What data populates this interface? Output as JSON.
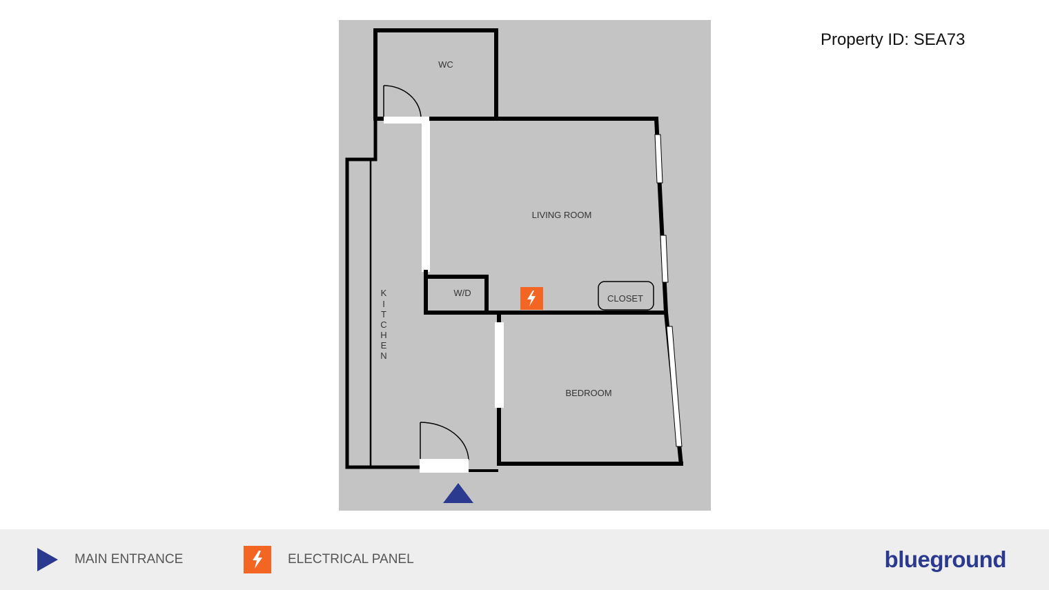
{
  "colors": {
    "plan_background": "#c4c4c4",
    "wall": "#000000",
    "door_window": "#ffffff",
    "electrical_panel": "#f26522",
    "entrance_marker": "#2b3a8f",
    "legend_background": "#eeeeee",
    "brand": "#2b3a8f"
  },
  "header": {
    "property_id": "Property ID: SEA73"
  },
  "floor_plan": {
    "rooms": {
      "wc": "WC",
      "living_room": "LIVING ROOM",
      "washer_dryer": "W/D",
      "closet": "CLOSET",
      "kitchen": [
        "K",
        "I",
        "T",
        "C",
        "H",
        "E",
        "N"
      ],
      "bedroom": "BEDROOM"
    },
    "markers": {
      "entrance_icon": "triangle-up-icon",
      "electrical_panel_icon": "lightning-bolt-icon"
    }
  },
  "legend": {
    "main_entrance": {
      "label": "MAIN ENTRANCE",
      "icon": "triangle-right-icon"
    },
    "electrical_panel": {
      "label": "ELECTRICAL PANEL",
      "icon": "lightning-bolt-icon"
    }
  },
  "brand": {
    "name": "blueground"
  }
}
